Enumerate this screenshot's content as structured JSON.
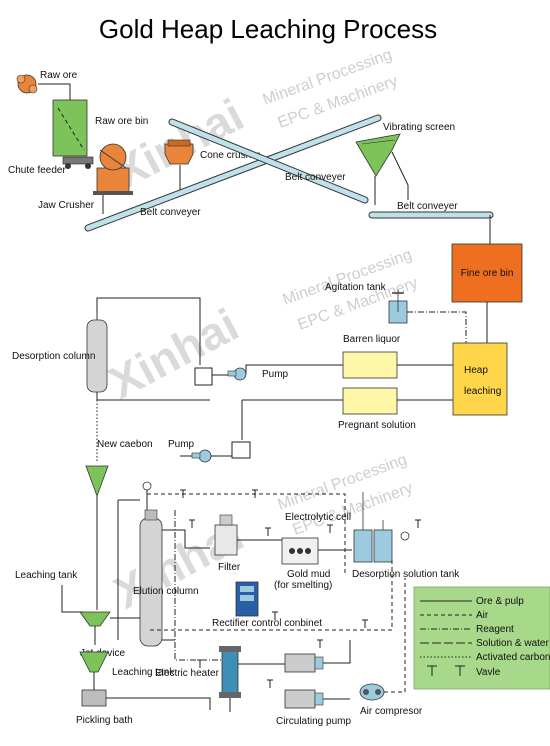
{
  "title": "Gold Heap Leaching Process",
  "watermark": {
    "brand": "Xinhai",
    "line1": "Mineral Processing",
    "line2": "EPC & Machinery"
  },
  "labels": {
    "raw_ore": "Raw ore",
    "raw_ore_bin": "Raw ore bin",
    "chute_feeder": "Chute feeder",
    "jaw_crusher": "Jaw Crusher",
    "cone_crusher": "Cone crusher",
    "vibrating_screen": "Vibrating screen",
    "belt_conveyer_1": "Belt conveyer",
    "belt_conveyer_2": "Belt conveyer",
    "belt_conveyer_3": "Belt conveyer",
    "fine_ore_bin": "Fine ore bin",
    "agitation_tank": "Agitation tank",
    "desorption_column": "Desorption column",
    "barren_liquor": "Barren liquor",
    "pump_1": "Pump",
    "heap_leaching_1": "Heap",
    "heap_leaching_2": "leaching",
    "pregnant_solution": "Pregnant solution",
    "new_caebon": "New caebon",
    "pump_2": "Pump",
    "electrolytic_cell": "Electrolytic cell",
    "filter": "Filter",
    "gold_mud_1": "Gold mud",
    "gold_mud_2": "(for smelting)",
    "desorption_solution_tank": "Desorption solution tank",
    "leaching_tank_1": "Leaching tank",
    "elution_column": "Elution column",
    "rectifier": "Rectifier control conbinet",
    "jet_device": "Jet device",
    "electric_heater": "Electric heater",
    "leaching_tank_2": "Leaching tank",
    "pickling_bath": "Pickling bath",
    "circulating_pump": "Circulating pump",
    "air_compressor": "Air compresor"
  },
  "legend": {
    "background": "#a8d98a",
    "items": [
      {
        "label": "Ore & pulp",
        "style": "solid"
      },
      {
        "label": "Air",
        "style": "dashed"
      },
      {
        "label": "Reagent",
        "style": "dashdot"
      },
      {
        "label": "Solution & water",
        "style": "longdash"
      },
      {
        "label": "Activated carbon",
        "style": "dotted"
      },
      {
        "label": "Vavle",
        "style": "valve"
      }
    ]
  },
  "colors": {
    "bin": "#7cc35a",
    "fine_ore_bin": "#ee6f1f",
    "heap_leaching": "#ffd54a",
    "solution_box": "#fff7a8",
    "crusher": "#e8853a",
    "cone": "#7cc35a",
    "belt": "#bfe1ea"
  }
}
